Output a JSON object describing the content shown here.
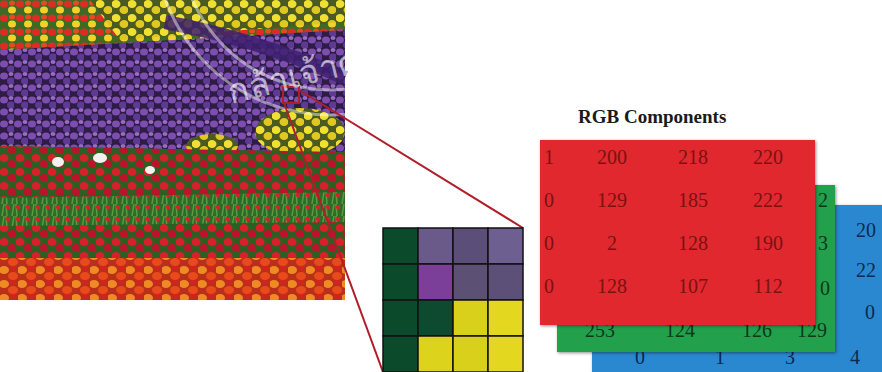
{
  "diagram": {
    "title": "RGB Components",
    "nodes": [
      {
        "text": [
          "1",
          "200",
          "218",
          "220",
          "0",
          "129",
          "185",
          "222",
          "0",
          "2",
          "128",
          "190",
          "0",
          "128",
          "107",
          "112"
        ]
      },
      {
        "text": [
          "2",
          "3",
          "0",
          "253",
          "124",
          "126",
          "129"
        ]
      },
      {
        "text": [
          "20",
          "22",
          "0",
          "0",
          "1",
          "3",
          "4"
        ]
      }
    ],
    "labels": [
      "กล้าเจ้าคุณ"
    ]
  }
}
